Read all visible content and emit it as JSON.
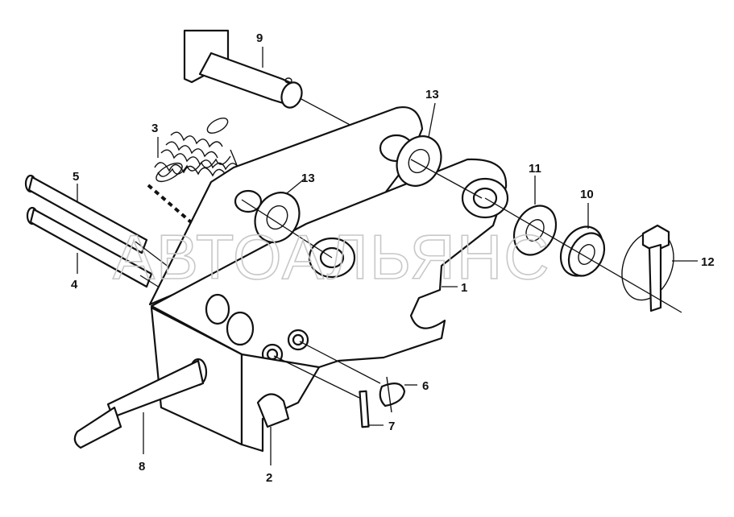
{
  "watermark": "АВТОАЛЬЯНС",
  "callouts": [
    {
      "id": "c1",
      "label": "1"
    },
    {
      "id": "c2",
      "label": "2"
    },
    {
      "id": "c3",
      "label": "3"
    },
    {
      "id": "c4",
      "label": "4"
    },
    {
      "id": "c5",
      "label": "5"
    },
    {
      "id": "c6",
      "label": "6"
    },
    {
      "id": "c7",
      "label": "7"
    },
    {
      "id": "c8",
      "label": "8"
    },
    {
      "id": "c9",
      "label": "9"
    },
    {
      "id": "c10",
      "label": "10"
    },
    {
      "id": "c11",
      "label": "11"
    },
    {
      "id": "c12",
      "label": "12"
    },
    {
      "id": "c13a",
      "label": "13"
    },
    {
      "id": "c13b",
      "label": "13"
    }
  ]
}
